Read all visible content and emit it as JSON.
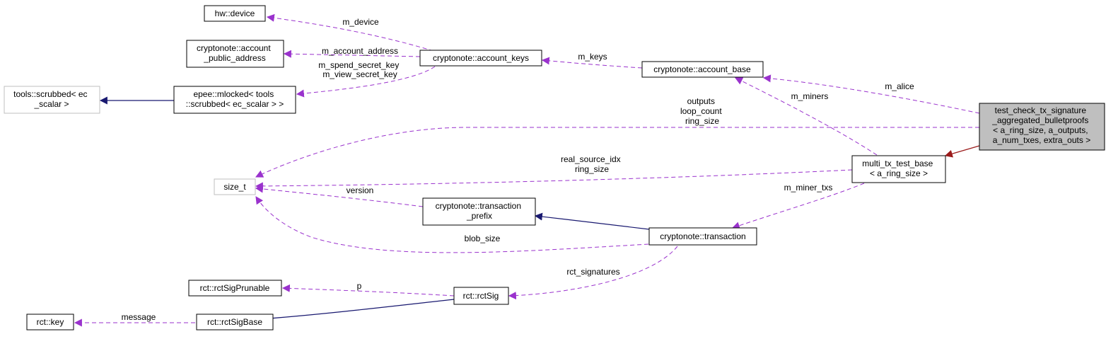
{
  "nodes": {
    "hw_device": [
      "hw::device"
    ],
    "account_public_address": [
      "cryptonote::account",
      "_public_address"
    ],
    "tools_scrubbed": [
      "tools::scrubbed< ec",
      "_scalar >"
    ],
    "epee_mlocked": [
      "epee::mlocked< tools",
      "::scrubbed< ec_scalar > >"
    ],
    "account_keys": [
      "cryptonote::account_keys"
    ],
    "account_base": [
      "cryptonote::account_base"
    ],
    "test_check": [
      "test_check_tx_signature",
      "_aggregated_bulletproofs",
      "< a_ring_size, a_outputs,",
      "a_num_txes, extra_outs >"
    ],
    "multi_tx_test_base": [
      "multi_tx_test_base",
      "< a_ring_size >"
    ],
    "size_t": [
      "size_t"
    ],
    "transaction_prefix": [
      "cryptonote::transaction",
      "_prefix"
    ],
    "transaction": [
      "cryptonote::transaction"
    ],
    "rctSigPrunable": [
      "rct::rctSigPrunable"
    ],
    "rctSig": [
      "rct::rctSig"
    ],
    "rct_key": [
      "rct::key"
    ],
    "rctSigBase": [
      "rct::rctSigBase"
    ]
  },
  "edge_labels": {
    "m_device": [
      "m_device"
    ],
    "m_account_address": [
      "m_account_address"
    ],
    "m_secret_keys": [
      "m_spend_secret_key",
      "m_view_secret_key"
    ],
    "m_keys": [
      "m_keys"
    ],
    "m_alice": [
      "m_alice"
    ],
    "m_miners": [
      "m_miners"
    ],
    "outputs": [
      "outputs",
      "loop_count",
      "ring_size"
    ],
    "real_source_idx": [
      "real_source_idx",
      "ring_size"
    ],
    "version": [
      "version"
    ],
    "m_miner_txs": [
      "m_miner_txs"
    ],
    "blob_size": [
      "blob_size"
    ],
    "rct_signatures": [
      "rct_signatures"
    ],
    "p": [
      "p"
    ],
    "message": [
      "message"
    ]
  },
  "colors": {
    "member_edge": "#9a32cd",
    "inheritance_edge": "#191970",
    "template_edge": "#9b1b1b",
    "focus_fill": "#bfbfbf",
    "undocumented_border": "#bfbfbf"
  }
}
